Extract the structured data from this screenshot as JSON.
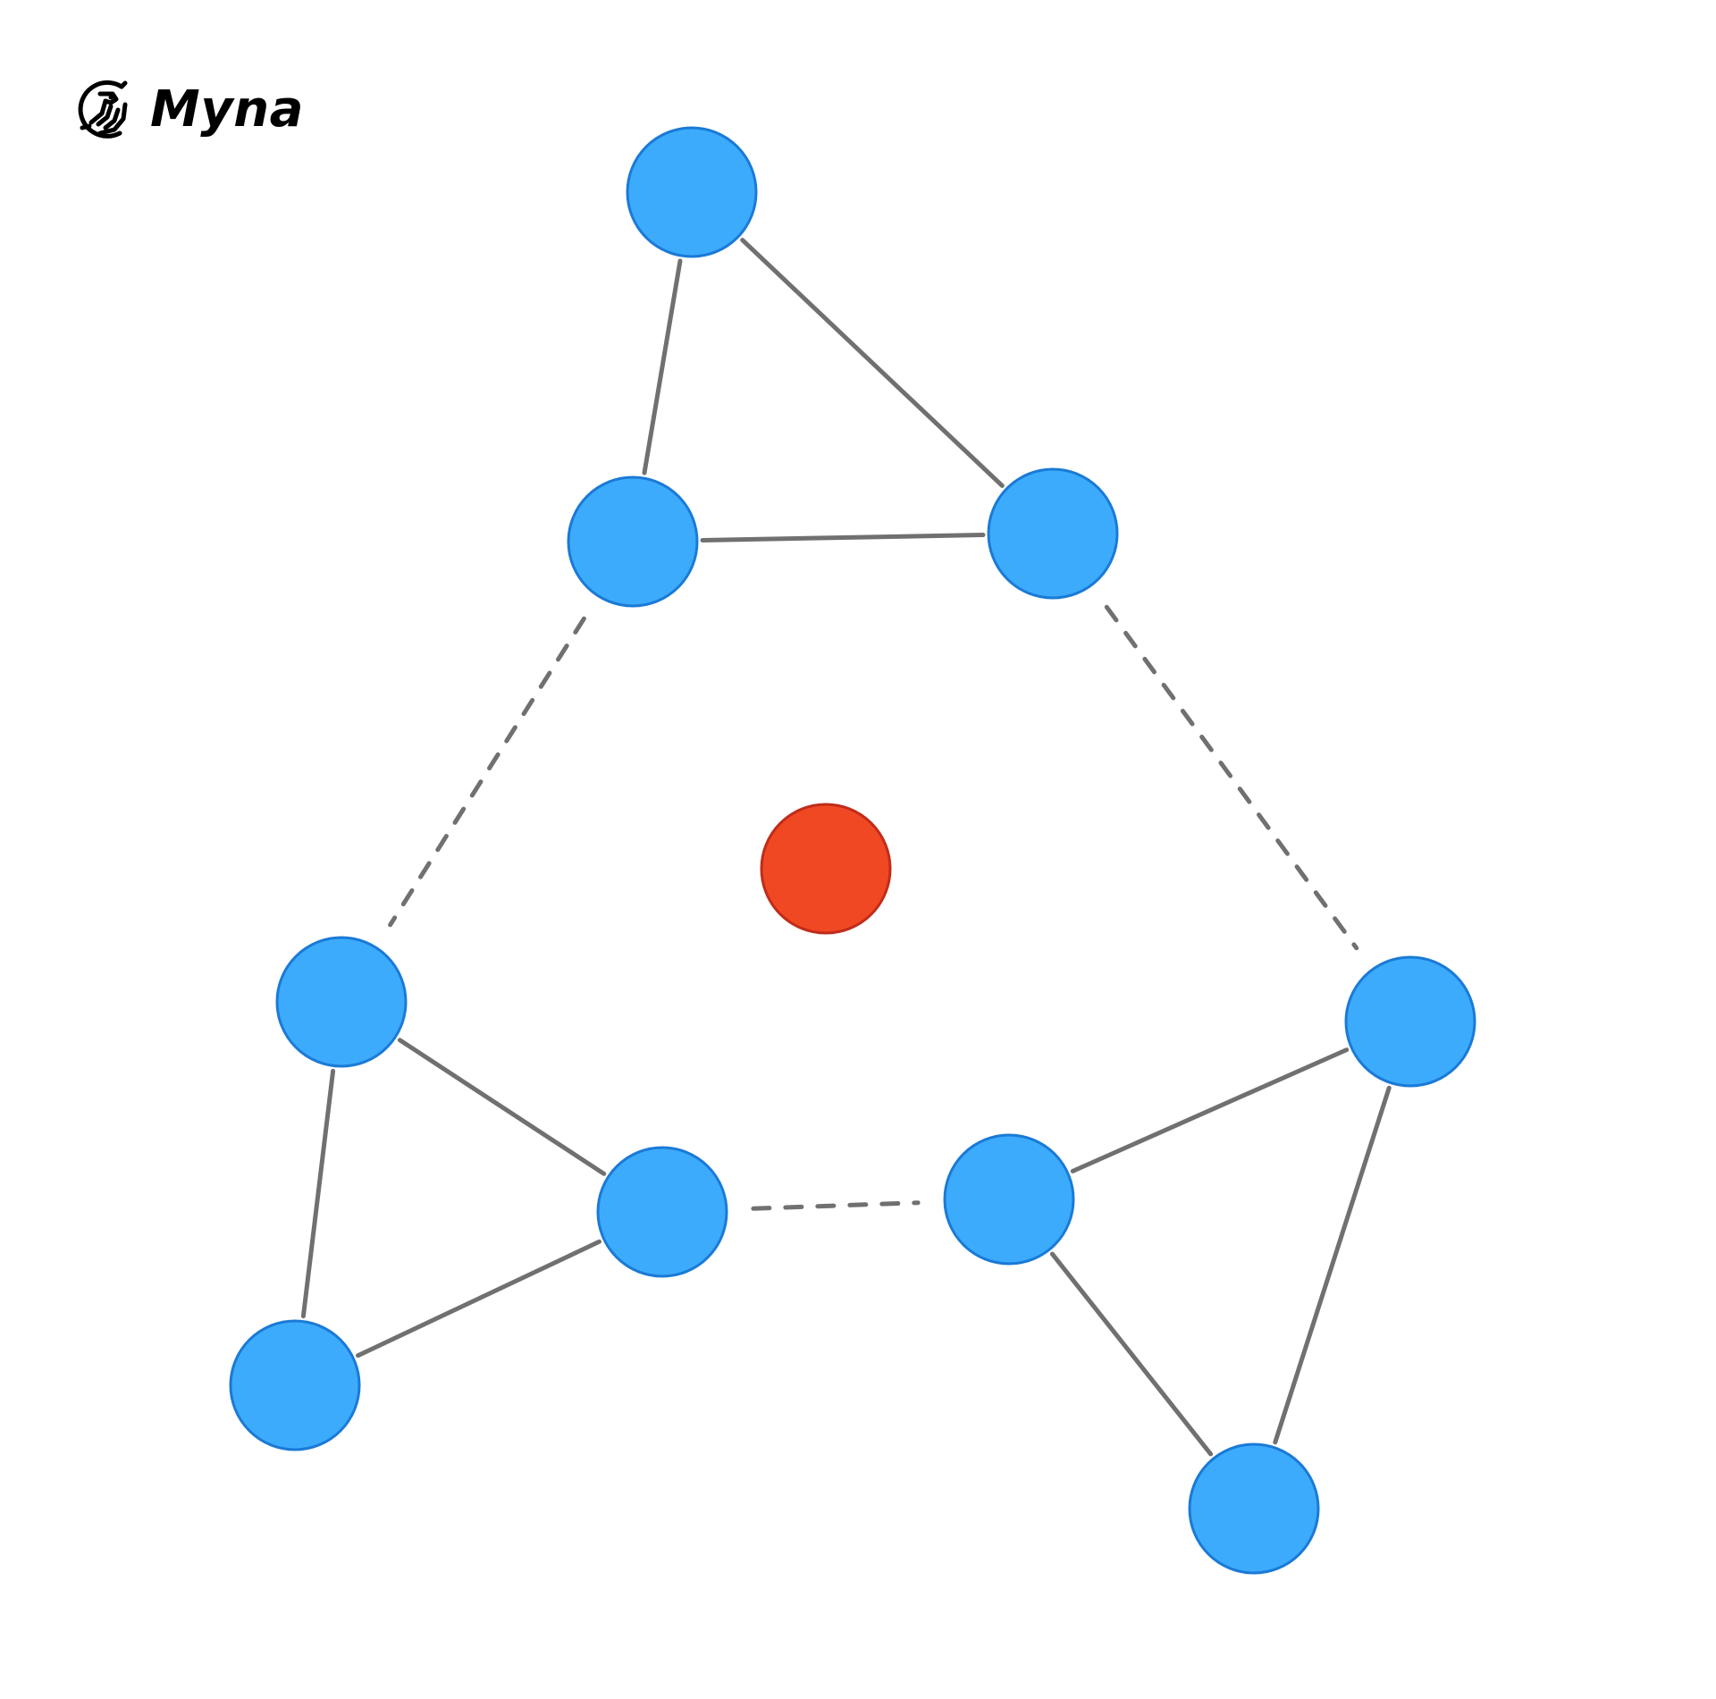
{
  "brand": {
    "name": "Myna",
    "logo_icon": "myna-bird-icon",
    "logo_color": "#000000"
  },
  "diagram": {
    "type": "network-graph",
    "colors": {
      "node_fill": "#3dabfc",
      "node_stroke": "#1a7ad6",
      "center_fill": "#f04822",
      "center_stroke": "#c02c1a",
      "edge": "#707070"
    },
    "nodes": [
      {
        "id": "n1",
        "kind": "member"
      },
      {
        "id": "n2",
        "kind": "member"
      },
      {
        "id": "n3",
        "kind": "member"
      },
      {
        "id": "n4",
        "kind": "member"
      },
      {
        "id": "n5",
        "kind": "member"
      },
      {
        "id": "n6",
        "kind": "member"
      },
      {
        "id": "n7",
        "kind": "member"
      },
      {
        "id": "n8",
        "kind": "member"
      },
      {
        "id": "n9",
        "kind": "member"
      },
      {
        "id": "center",
        "kind": "center"
      }
    ],
    "edges": [
      {
        "from": "n1",
        "to": "n2",
        "style": "solid"
      },
      {
        "from": "n1",
        "to": "n3",
        "style": "solid"
      },
      {
        "from": "n2",
        "to": "n3",
        "style": "solid"
      },
      {
        "from": "n2",
        "to": "n4",
        "style": "dashed"
      },
      {
        "from": "n3",
        "to": "n7",
        "style": "dashed"
      },
      {
        "from": "n4",
        "to": "n5",
        "style": "solid"
      },
      {
        "from": "n4",
        "to": "n6",
        "style": "solid"
      },
      {
        "from": "n5",
        "to": "n6",
        "style": "solid"
      },
      {
        "from": "n6",
        "to": "n8",
        "style": "dashed"
      },
      {
        "from": "n8",
        "to": "n7",
        "style": "solid"
      },
      {
        "from": "n8",
        "to": "n9",
        "style": "solid"
      },
      {
        "from": "n7",
        "to": "n9",
        "style": "solid"
      }
    ]
  }
}
